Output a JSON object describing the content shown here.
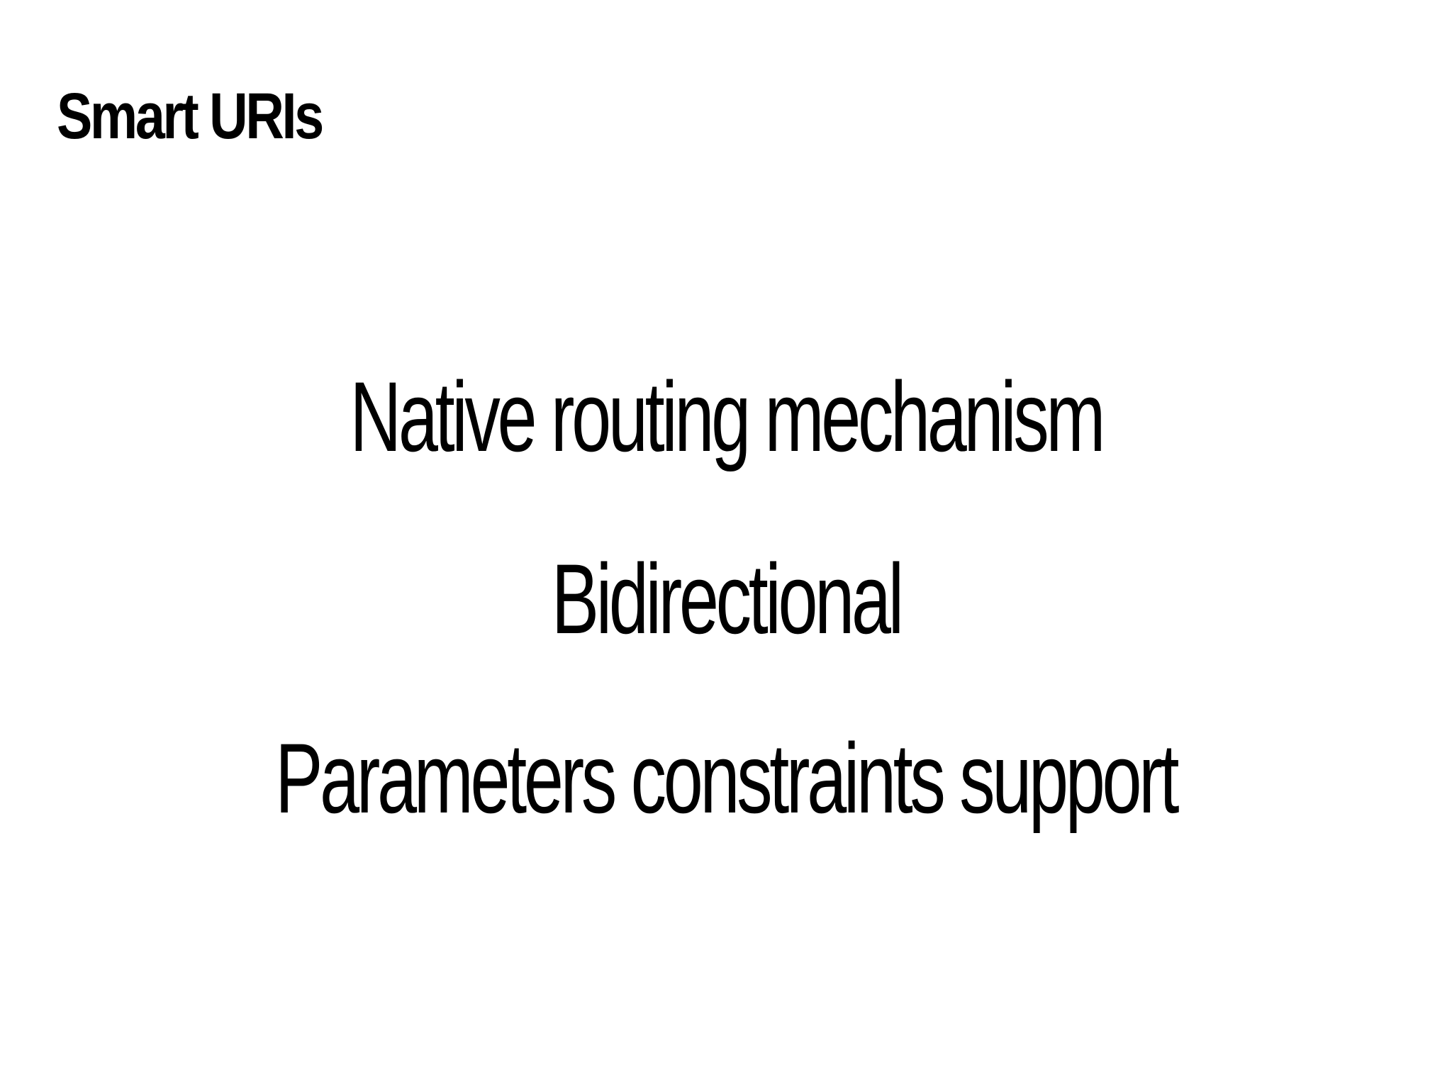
{
  "slide": {
    "title": "Smart URIs",
    "bullets": [
      "Native routing mechanism",
      "Bidirectional",
      "Parameters constraints support"
    ],
    "colors": {
      "background": "#ffffff",
      "text": "#000000"
    }
  }
}
